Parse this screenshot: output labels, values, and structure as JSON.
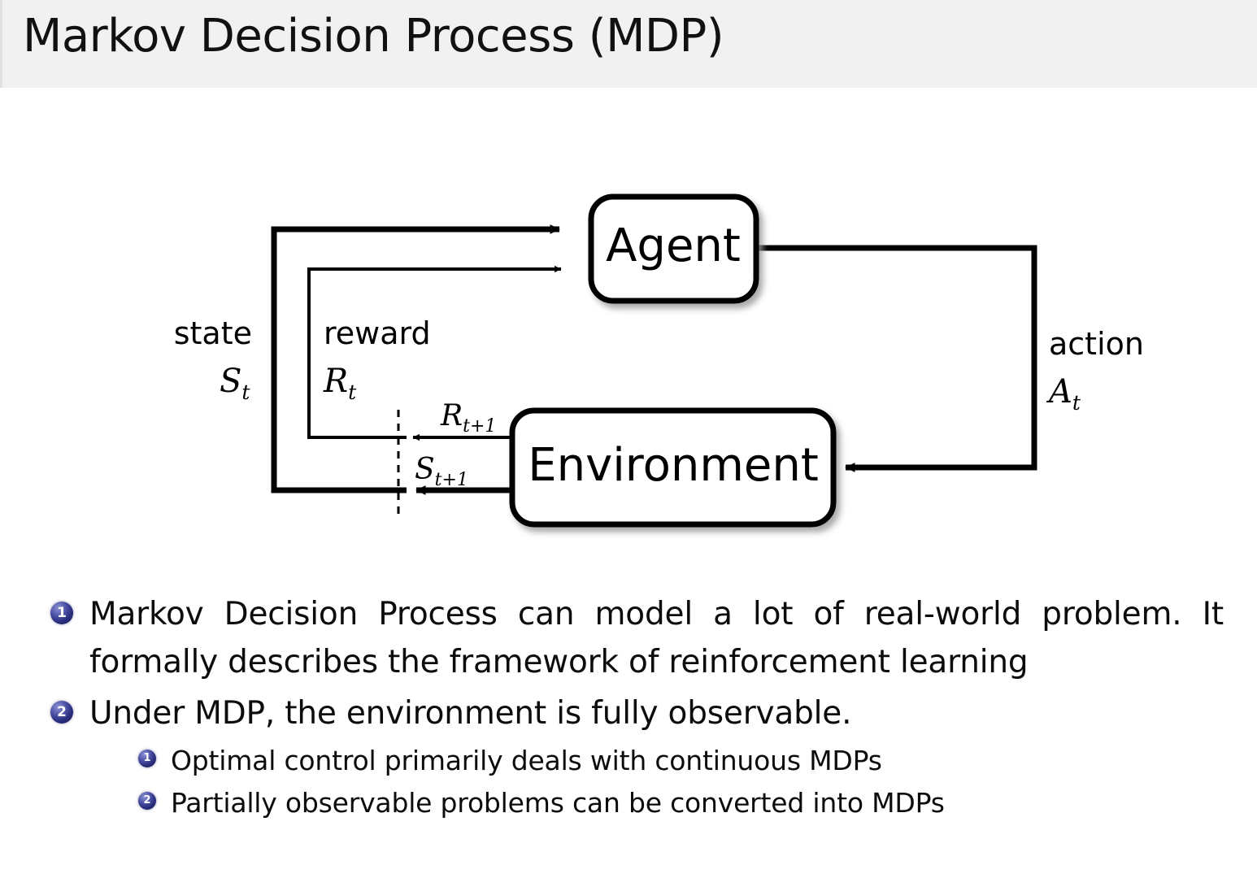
{
  "slide": {
    "title": "Markov Decision Process (MDP)",
    "background_color": "#ffffff",
    "title_bar_color": "#f1f1f1",
    "text_color": "#0c0c0c",
    "bullet_marker_color": "#2b2f7e"
  },
  "diagram": {
    "name": "agent-environment-interaction-loop",
    "nodes": [
      {
        "id": "agent",
        "label": "Agent"
      },
      {
        "id": "environment",
        "label": "Environment"
      }
    ],
    "edge_labels": {
      "state_word": "state",
      "state_symbol": "S",
      "state_subscript": "t",
      "reward_word": "reward",
      "reward_symbol": "R",
      "reward_subscript": "t",
      "action_word": "action",
      "action_symbol": "A",
      "action_subscript": "t",
      "reward_next_symbol": "R",
      "reward_next_subscript": "t+1",
      "state_next_symbol": "S",
      "state_next_subscript": "t+1"
    }
  },
  "bullets": [
    {
      "number": "1",
      "text": "Markov Decision Process can model a lot of real-world problem. It formally describes the framework of reinforcement learning",
      "children": []
    },
    {
      "number": "2",
      "text": "Under MDP, the environment is fully observable.",
      "children": [
        {
          "number": "1",
          "text": "Optimal control primarily deals with continuous MDPs"
        },
        {
          "number": "2",
          "text": "Partially observable problems can be converted into MDPs"
        }
      ]
    }
  ]
}
